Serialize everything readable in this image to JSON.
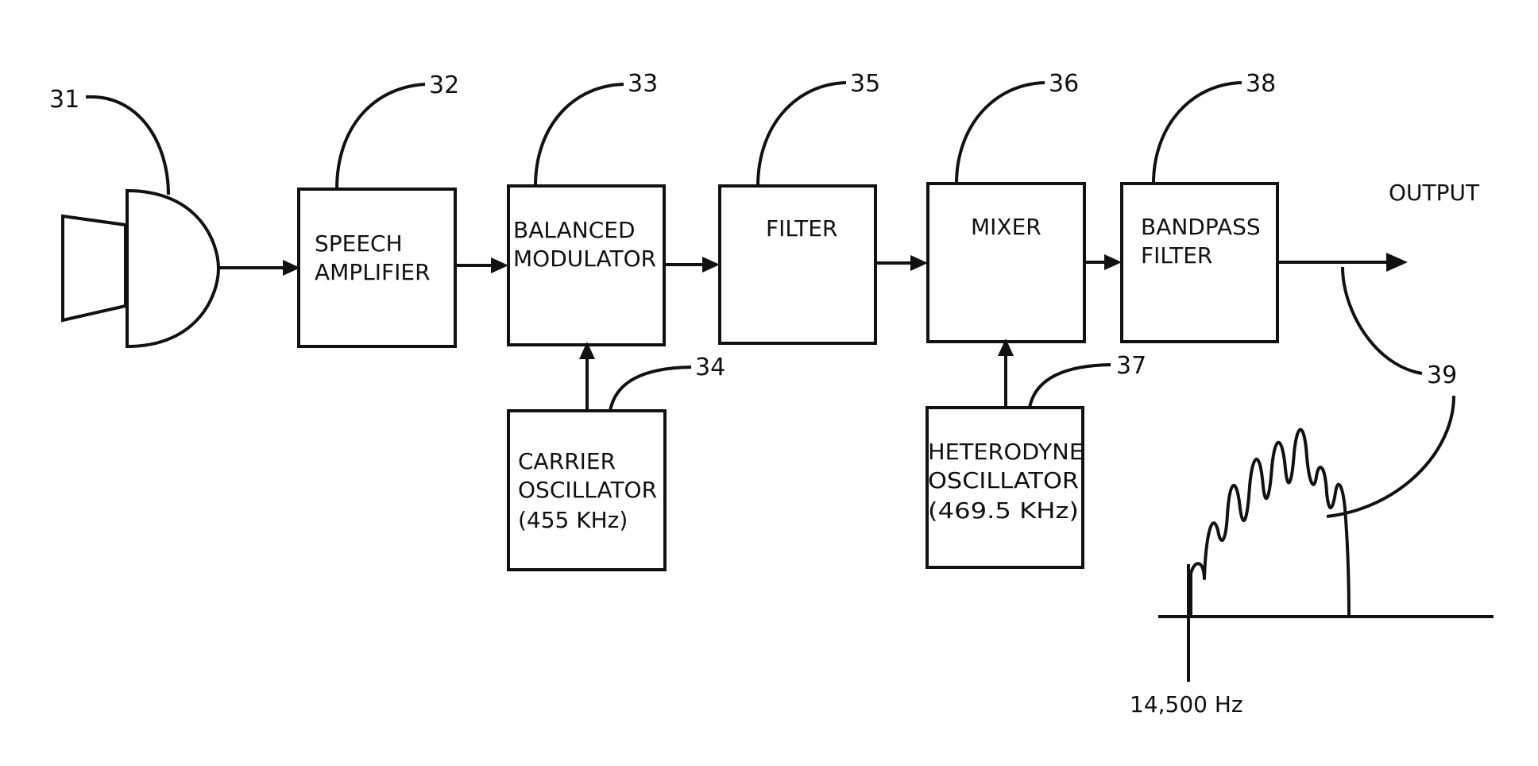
{
  "diagram": {
    "reference_numerals": {
      "microphone": "31",
      "speech_amplifier": "32",
      "balanced_modulator": "33",
      "carrier_oscillator": "34",
      "filter": "35",
      "mixer": "36",
      "heterodyne_oscillator": "37",
      "bandpass_filter": "38",
      "output_spectrum": "39"
    },
    "blocks": {
      "speech_amplifier": [
        "SPEECH",
        "AMPLIFIER"
      ],
      "balanced_modulator": [
        "BALANCED",
        "MODULATOR"
      ],
      "filter": [
        "FILTER"
      ],
      "mixer": [
        "MIXER"
      ],
      "bandpass_filter": [
        "BANDPASS",
        "FILTER"
      ],
      "carrier_oscillator": [
        "CARRIER",
        "OSCILLATOR",
        "(455 KHz)"
      ],
      "heterodyne_oscillator": [
        "HETERODYNE",
        "OSCILLATOR",
        "(469.5 KHz)"
      ]
    },
    "output_label": "OUTPUT",
    "spectrum_start_label": "14,500 Hz"
  }
}
